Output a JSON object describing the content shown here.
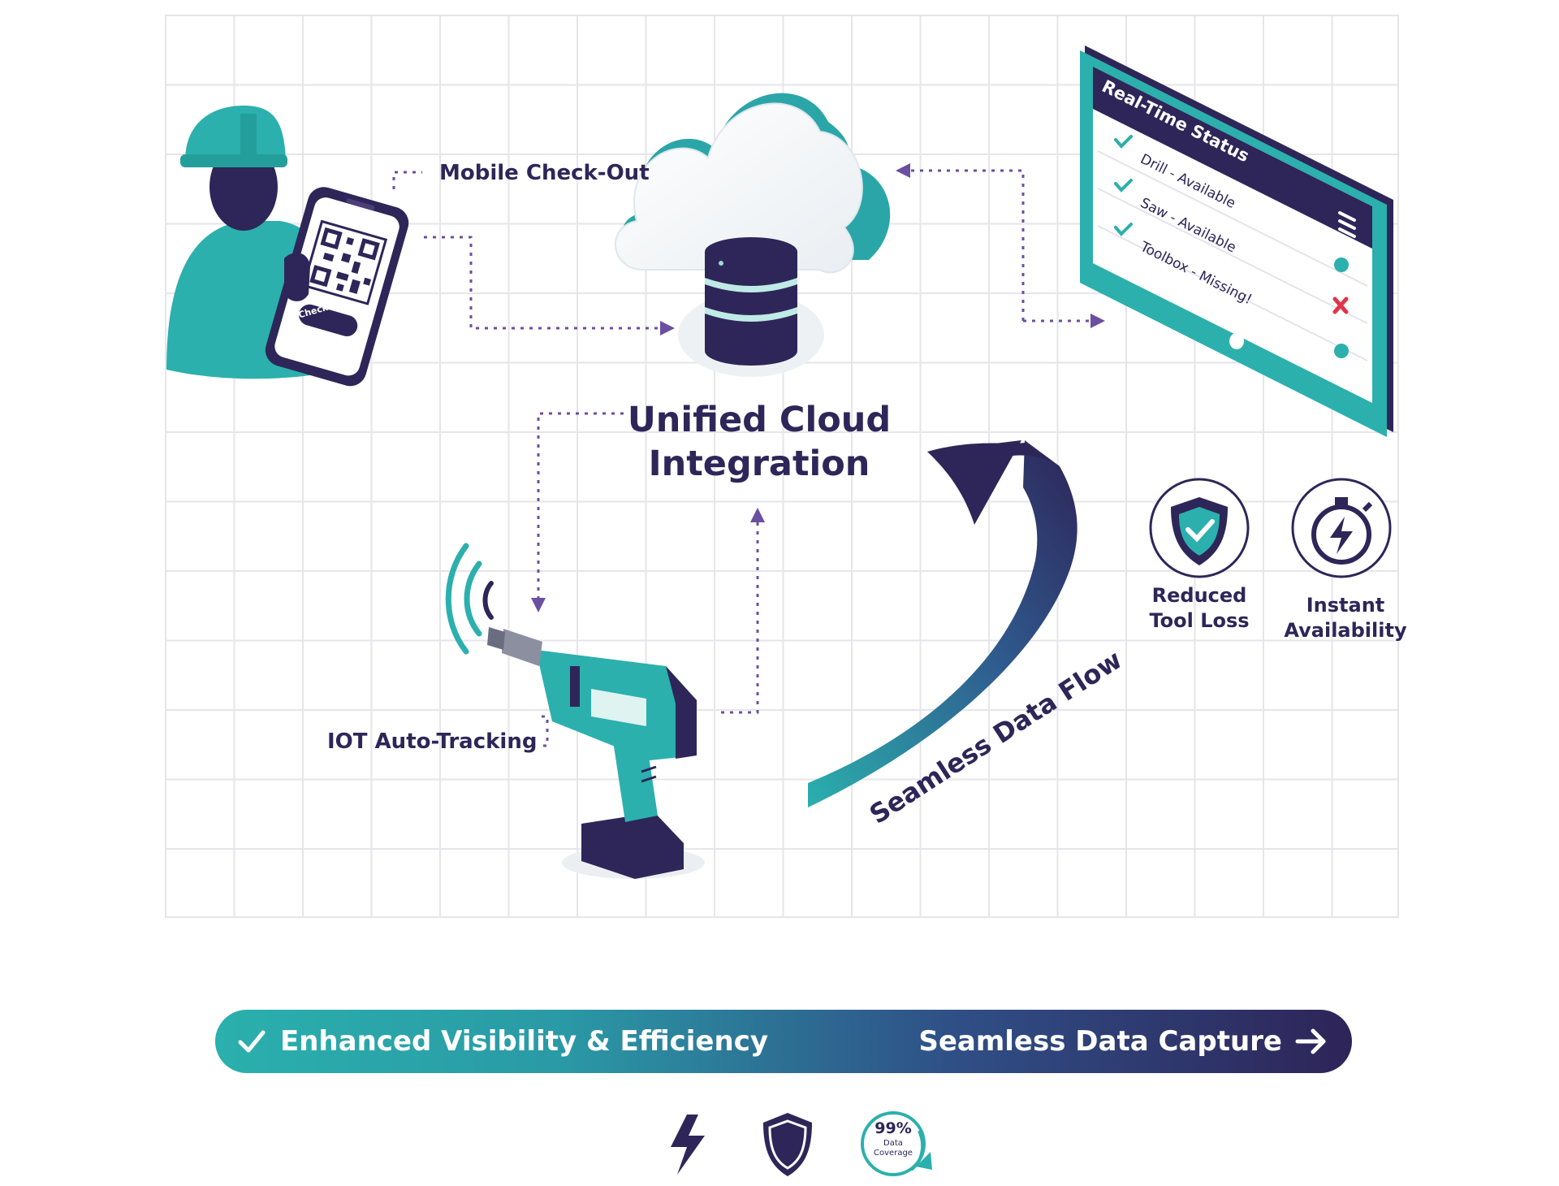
{
  "diagram": {
    "title_line1": "Unified Cloud",
    "title_line2": "Integration",
    "mobile_label": "Mobile Check-Out",
    "phone_button": "Checkout",
    "iot_label": "IOT Auto-Tracking",
    "flow_label": "Seamless Data Flow"
  },
  "status_screen": {
    "title": "Real-Time Status",
    "items": [
      {
        "text": "Drill - Available",
        "state": "ok"
      },
      {
        "text": "Saw - Available",
        "state": "ok"
      },
      {
        "text": "Toolbox - Missing!",
        "state": "missing"
      }
    ]
  },
  "benefits": {
    "reduced_line1": "Reduced",
    "reduced_line2": "Tool Loss",
    "instant": "Instant Availability"
  },
  "banner": {
    "left_text": "Enhanced Visibility & Efficiency",
    "right_text": "Seamless Data Capture"
  },
  "footer_badge": {
    "percent": "99%",
    "line1": "Data",
    "line2": "Coverage"
  },
  "icons": [
    "worker-icon",
    "smartphone-icon",
    "qr-code-icon",
    "cloud-icon",
    "database-icon",
    "tablet-icon",
    "drill-icon",
    "signal-icon",
    "shield-check-icon",
    "stopwatch-bolt-icon",
    "check-icon",
    "arrow-right-icon",
    "lightning-icon",
    "shield-icon"
  ],
  "colors": {
    "teal": "#2bb0ad",
    "navy": "#2e2658",
    "purple_dash": "#6b4fa0",
    "red": "#e0364a"
  }
}
